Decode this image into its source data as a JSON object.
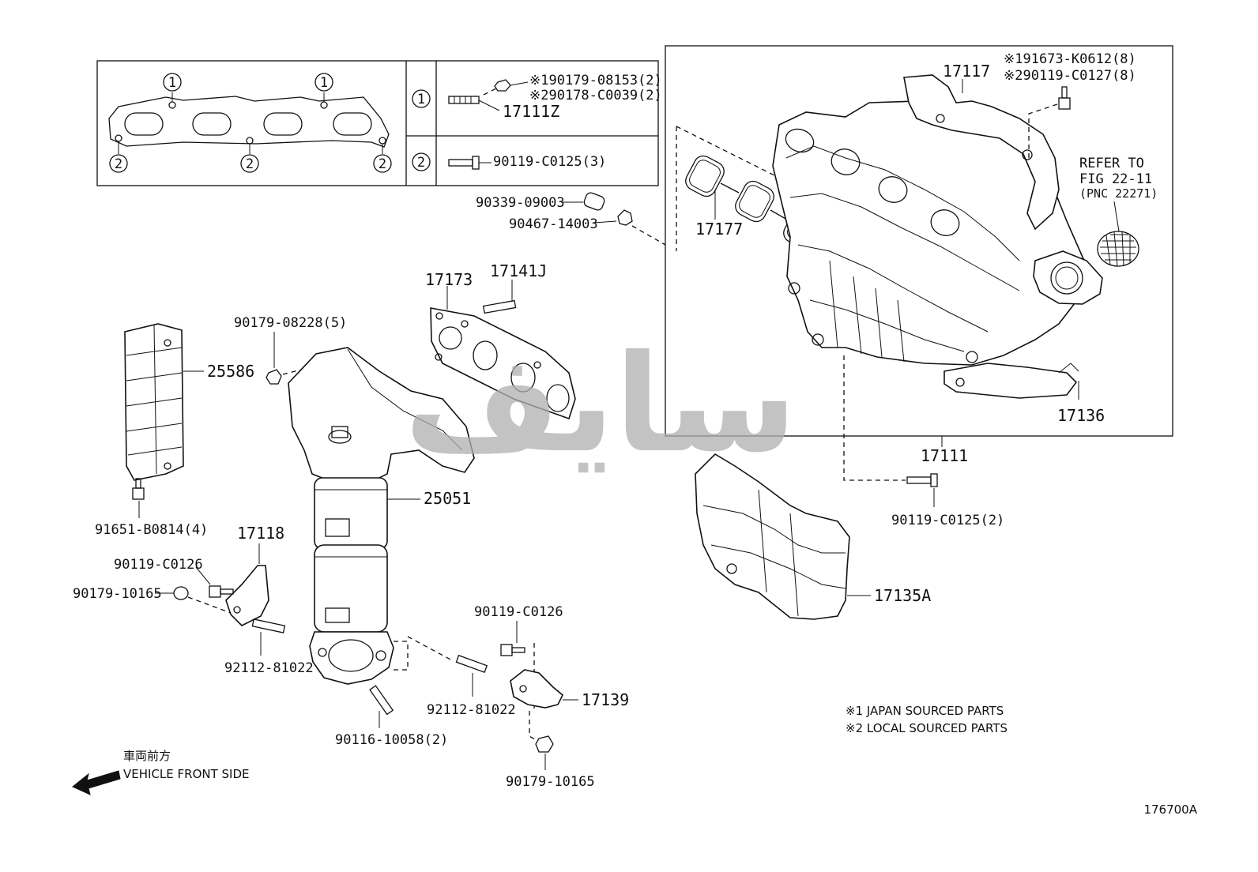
{
  "inset": {
    "circle1": "1",
    "circle2": "2",
    "row1": {
      "note_a": "※190179-08153(2)",
      "note_b": "※290178-C0039(2)",
      "part": "17111Z"
    },
    "row2": {
      "part": "90119-C0125(3)"
    }
  },
  "labels": {
    "p17117": "17117",
    "p91673": "※191673-K0612(8)",
    "p90119_c0127": "※290119-C0127(8)",
    "refer_1": "REFER TO",
    "refer_2": "FIG 22-11",
    "refer_3": "(PNC 22271)",
    "p90339": "90339-09003",
    "p90467": "90467-14003",
    "p17177": "17177",
    "p17173": "17173",
    "p17141j": "17141J",
    "p90179_08228": "90179-08228(5)",
    "p25586": "25586",
    "p17136": "17136",
    "p17111": "17111",
    "p25051": "25051",
    "p91651": "91651-B0814(4)",
    "p17118": "17118",
    "p90119_c0126_l": "90119-C0126",
    "p90179_10165_l": "90179-10165",
    "p92112_l": "92112-81022",
    "p90119_c0125_2": "90119-C0125(2)",
    "p17135a": "17135A",
    "p90119_c0126_r": "90119-C0126",
    "p17139": "17139",
    "p92112_r": "92112-81022",
    "p90116": "90116-10058(2)",
    "p90179_10165_r": "90179-10165"
  },
  "notes": {
    "japan": "※1 JAPAN SOURCED PARTS",
    "local": "※2 LOCAL SOURCED PARTS"
  },
  "direction": {
    "jp": "車両前方",
    "en": "VEHICLE FRONT SIDE"
  },
  "figure_id": "176700A",
  "watermark": "سايف",
  "colors": {
    "line": "#111111",
    "watermark": "#b0b0b0"
  }
}
